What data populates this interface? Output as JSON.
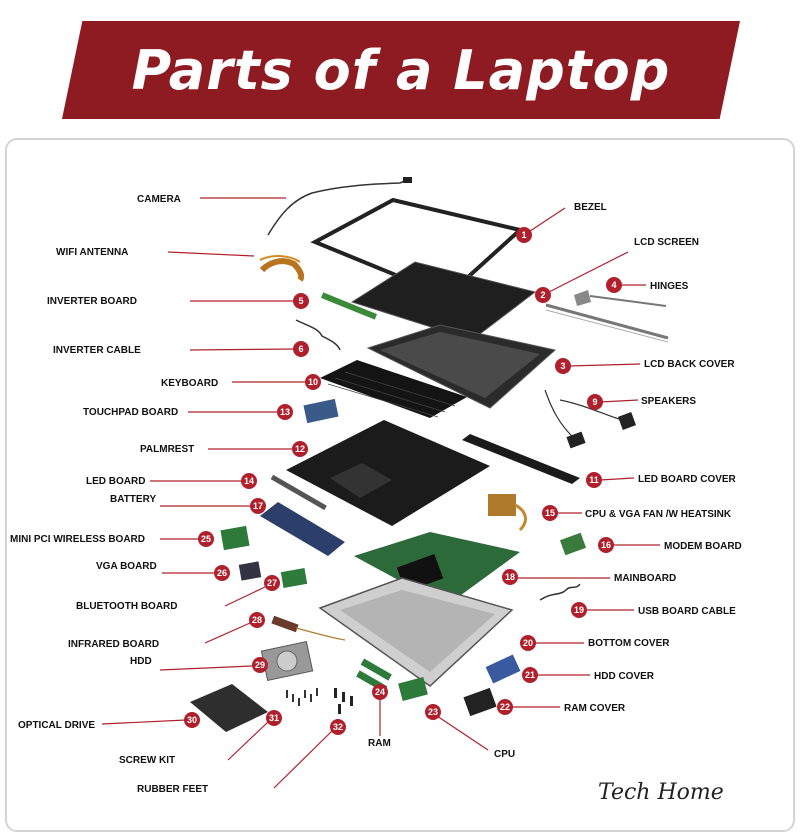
{
  "title": "Parts of a Laptop",
  "brand": "Tech Home",
  "colors": {
    "banner": "#8e1b22",
    "marker": "#b0202c",
    "leader": "#b0202c",
    "text": "#111111"
  },
  "labels": {
    "camera": "CAMERA",
    "bezel": "BEZEL",
    "wifi_antenna": "WIFI ANTENNA",
    "lcd_screen": "LCD SCREEN",
    "hinges": "HINGES",
    "inverter_board": "INVERTER BOARD",
    "inverter_cable": "INVERTER CABLE",
    "lcd_back_cover": "LCD BACK COVER",
    "keyboard": "KEYBOARD",
    "speakers": "SPEAKERS",
    "touchpad_board": "TOUCHPAD BOARD",
    "palmrest": "PALMREST",
    "led_board": "LED BOARD",
    "led_board_cover": "LED BOARD COVER",
    "battery": "BATTERY",
    "cpu_vga_fan": "CPU & VGA FAN /W HEATSINK",
    "mini_pci": "MINI PCI WIRELESS BOARD",
    "modem_board": "MODEM BOARD",
    "vga_board": "VGA BOARD",
    "mainboard": "MAINBOARD",
    "bluetooth_board": "BLUETOOTH BOARD",
    "usb_board_cable": "USB BOARD CABLE",
    "infrared_board": "INFRARED BOARD",
    "bottom_cover": "BOTTOM COVER",
    "hdd": "HDD",
    "hdd_cover": "HDD COVER",
    "ram_cover": "RAM COVER",
    "optical_drive": "OPTICAL DRIVE",
    "screw_kit": "SCREW KIT",
    "ram": "RAM",
    "cpu": "CPU",
    "rubber_feet": "RUBBER FEET"
  },
  "markers": [
    "1",
    "2",
    "3",
    "4",
    "5",
    "6",
    "9",
    "10",
    "11",
    "12",
    "13",
    "14",
    "15",
    "16",
    "17",
    "18",
    "19",
    "20",
    "21",
    "22",
    "23",
    "24",
    "25",
    "26",
    "27",
    "28",
    "29",
    "30",
    "31",
    "32"
  ]
}
